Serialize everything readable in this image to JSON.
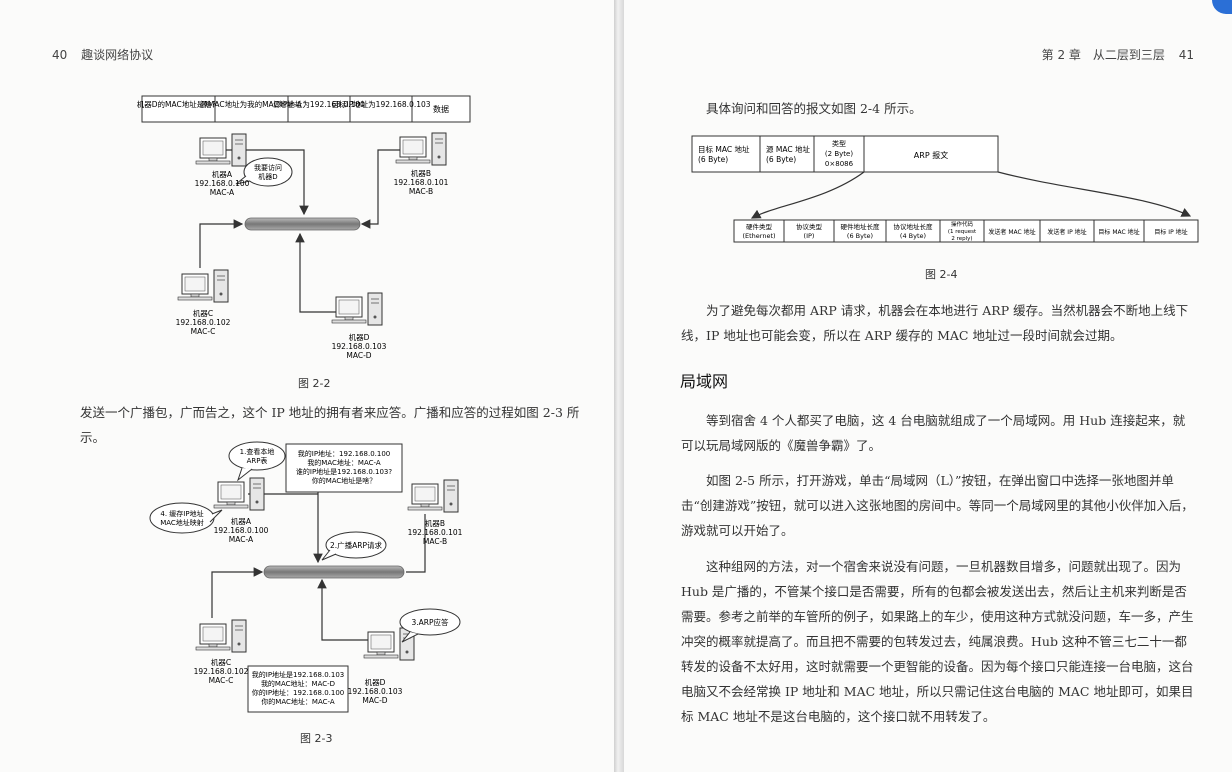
{
  "left_header": {
    "page_number": "40",
    "book_title": "趣谈网络协议"
  },
  "right_header": {
    "chapter": "第 2 章　从二层到三层",
    "page_number": "41"
  },
  "fig22": {
    "packet": [
      "机器D的MAC地址是啥？",
      "源MAC地址为我的MAC地址-A",
      "源IP地址为192.168.0.100",
      "目标IP地址为192.168.0.103",
      "数据"
    ],
    "machine_a": [
      "机器A",
      "192.168.0.100",
      "MAC-A"
    ],
    "machine_b": [
      "机器B",
      "192.168.0.101",
      "MAC-B"
    ],
    "machine_c": [
      "机器C",
      "192.168.0.102",
      "MAC-C"
    ],
    "machine_d": [
      "机器D",
      "192.168.0.103",
      "MAC-D"
    ],
    "bubble": [
      "我要访问",
      "机器D"
    ],
    "caption": "图 2-2"
  },
  "left_para": "发送一个广播包，广而告之，这个 IP 地址的拥有者来应答。广播和应答的过程如图 2-3 所示。",
  "fig23": {
    "bubble1": [
      "1.查看本地",
      "ARP表"
    ],
    "request_box": [
      "我的IP地址：192.168.0.100",
      "我的MAC地址：MAC-A",
      "谁的IP地址是192.168.0.103?",
      "你的MAC地址是啥？"
    ],
    "bubble4": [
      "4. 缓存IP地址",
      "MAC地址映射"
    ],
    "bubble2": "2.广播ARP请求",
    "bubble3": "3.ARP应答",
    "reply_box": [
      "我的IP地址是192.168.0.103",
      "我的MAC地址：MAC-D",
      "你的IP地址：192.168.0.100",
      "你的MAC地址：MAC-A"
    ],
    "machine_a": [
      "机器A",
      "192.168.0.100",
      "MAC-A"
    ],
    "machine_b": [
      "机器B",
      "192.168.0.101",
      "MAC-B"
    ],
    "machine_c": [
      "机器C",
      "192.168.0.102",
      "MAC-C"
    ],
    "machine_d": [
      "机器D",
      "192.168.0.103",
      "MAC-D"
    ],
    "caption": "图 2-3"
  },
  "right_intro": "具体询问和回答的报文如图 2-4 所示。",
  "fig24": {
    "top": [
      [
        "目标 MAC 地址",
        "(6 Byte)"
      ],
      [
        "源 MAC 地址",
        "(6 Byte)"
      ],
      [
        "类型",
        "(2 Byte)",
        "0×8086"
      ],
      [
        "ARP 报文"
      ]
    ],
    "bottom": [
      [
        "硬件类型",
        "(Ethernet)"
      ],
      [
        "协议类型",
        "(IP)"
      ],
      [
        "硬件地址长度",
        "(6 Byte)"
      ],
      [
        "协议地址长度",
        "(4 Byte)"
      ],
      [
        "操作代码",
        "(1 request",
        "2 reply)"
      ],
      [
        "发送者 MAC 地址"
      ],
      [
        "发送者 IP 地址"
      ],
      [
        "目标 MAC 地址"
      ],
      [
        "目标 IP 地址"
      ]
    ],
    "caption": "图 2-4"
  },
  "para_cache": "为了避免每次都用 ARP 请求，机器会在本地进行 ARP 缓存。当然机器会不断地上线下线，IP 地址也可能会变，所以在 ARP 缓存的 MAC 地址过一段时间就会过期。",
  "section_title": "局域网",
  "para_lan1": "等到宿舍 4 个人都买了电脑，这 4 台电脑就组成了一个局域网。用 Hub 连接起来，就可以玩局域网版的《魔兽争霸》了。",
  "para_lan2": "如图 2-5 所示，打开游戏，单击“局域网（L）”按钮，在弹出窗口中选择一张地图并单击“创建游戏”按钮，就可以进入这张地图的房间中。等同一个局域网里的其他小伙伴加入后，游戏就可以开始了。",
  "para_lan3": "这种组网的方法，对一个宿舍来说没有问题，一旦机器数目增多，问题就出现了。因为 Hub 是广播的，不管某个接口是否需要，所有的包都会被发送出去，然后让主机来判断是否需要。参考之前举的车管所的例子，如果路上的车少，使用这种方式就没问题，车一多，产生冲突的概率就提高了。而且把不需要的包转发过去，纯属浪费。Hub 这种不管三七二十一都转发的设备不太好用，这时就需要一个更智能的设备。因为每个接口只能连接一台电脑，这台电脑又不会经常换 IP 地址和 MAC 地址，所以只需记住这台电脑的 MAC 地址即可，如果目标 MAC 地址不是这台电脑的，这个接口就不用转发了。"
}
